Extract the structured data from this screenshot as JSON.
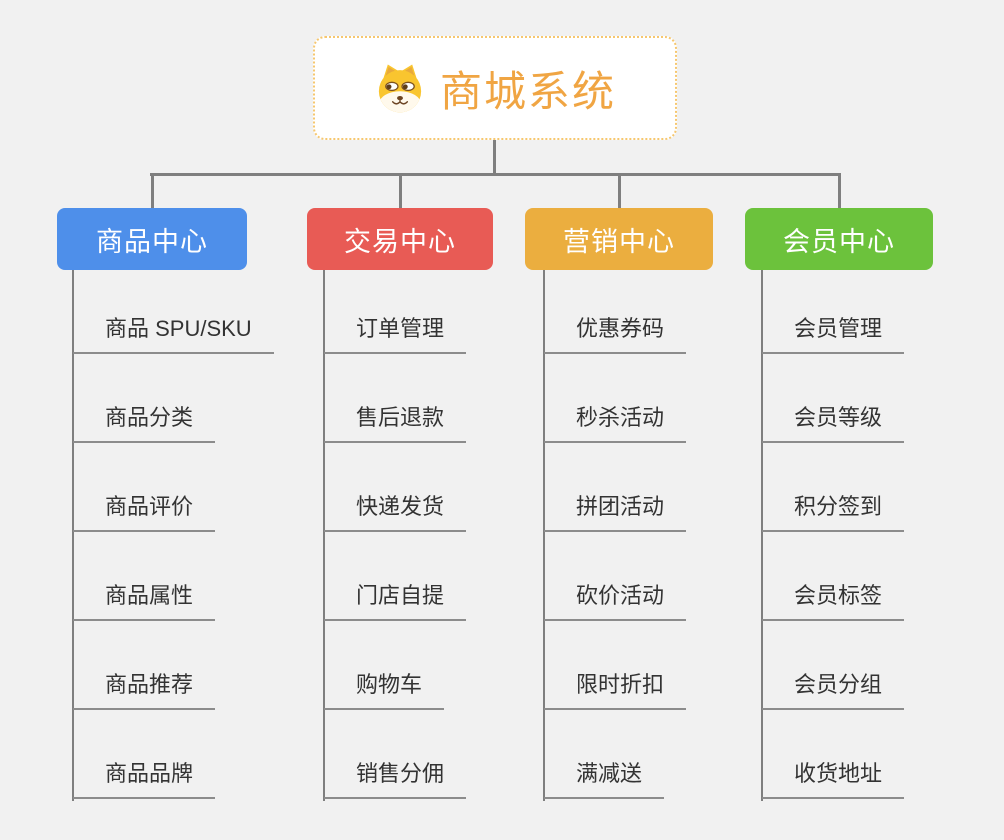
{
  "root": {
    "title": "商城系统",
    "icon": "doge-icon",
    "title_color": "#F0A543",
    "border_color": "#F6C76F"
  },
  "connector_color": "#7F7F7F",
  "branches": [
    {
      "name": "product-center",
      "label": "商品中心",
      "color": "#4E8FEA",
      "items": [
        "商品 SPU/SKU",
        "商品分类",
        "商品评价",
        "商品属性",
        "商品推荐",
        "商品品牌"
      ]
    },
    {
      "name": "trade-center",
      "label": "交易中心",
      "color": "#E85B55",
      "items": [
        "订单管理",
        "售后退款",
        "快递发货",
        "门店自提",
        "购物车",
        "销售分佣"
      ]
    },
    {
      "name": "marketing-center",
      "label": "营销中心",
      "color": "#EBAE3F",
      "items": [
        "优惠券码",
        "秒杀活动",
        "拼团活动",
        "砍价活动",
        "限时折扣",
        "满减送"
      ]
    },
    {
      "name": "member-center",
      "label": "会员中心",
      "color": "#6CC23C",
      "items": [
        "会员管理",
        "会员等级",
        "积分签到",
        "会员标签",
        "会员分组",
        "收货地址"
      ]
    }
  ]
}
